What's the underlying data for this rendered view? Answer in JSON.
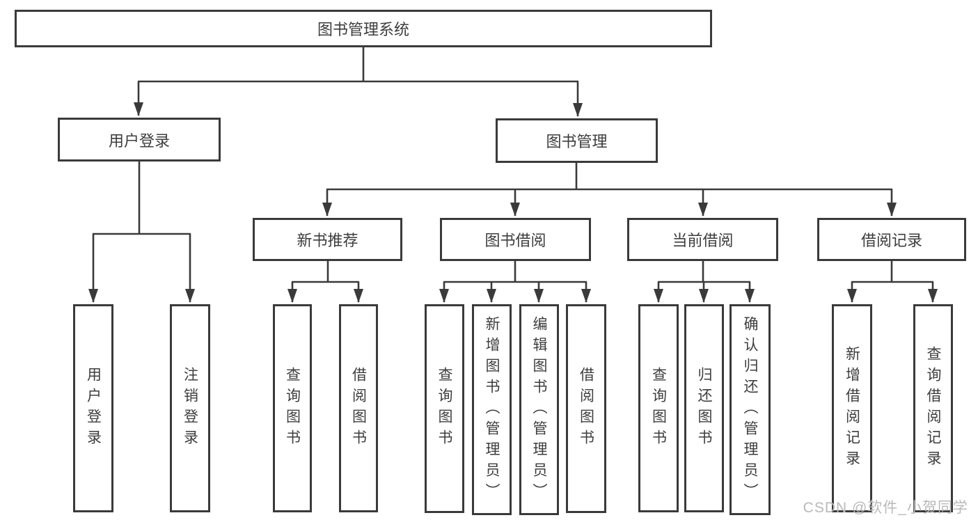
{
  "tree": {
    "root": {
      "label": "图书管理系统",
      "children": [
        {
          "label": "用户登录",
          "children": [
            {
              "label": "用户登录"
            },
            {
              "label": "注销登录"
            }
          ]
        },
        {
          "label": "图书管理",
          "children": [
            {
              "label": "新书推荐",
              "children": [
                {
                  "label": "查询图书"
                },
                {
                  "label": "借阅图书"
                }
              ]
            },
            {
              "label": "图书借阅",
              "children": [
                {
                  "label": "查询图书"
                },
                {
                  "label": "新增图书（管理员）"
                },
                {
                  "label": "编辑图书（管理员）"
                },
                {
                  "label": "借阅图书"
                }
              ]
            },
            {
              "label": "当前借阅",
              "children": [
                {
                  "label": "查询图书"
                },
                {
                  "label": "归还图书"
                },
                {
                  "label": "确认归还（管理员）"
                }
              ]
            },
            {
              "label": "借阅记录",
              "children": [
                {
                  "label": "新增借阅记录"
                },
                {
                  "label": "查询借阅记录"
                }
              ]
            }
          ]
        }
      ]
    }
  },
  "watermark": {
    "text": "CSDN @软件_小贺同学"
  },
  "colors": {
    "line": "#3a3a3a",
    "text": "#3d3d3d",
    "box_background": "#ffffff",
    "watermark": "#b9b9b9",
    "background": "#ffffff"
  }
}
